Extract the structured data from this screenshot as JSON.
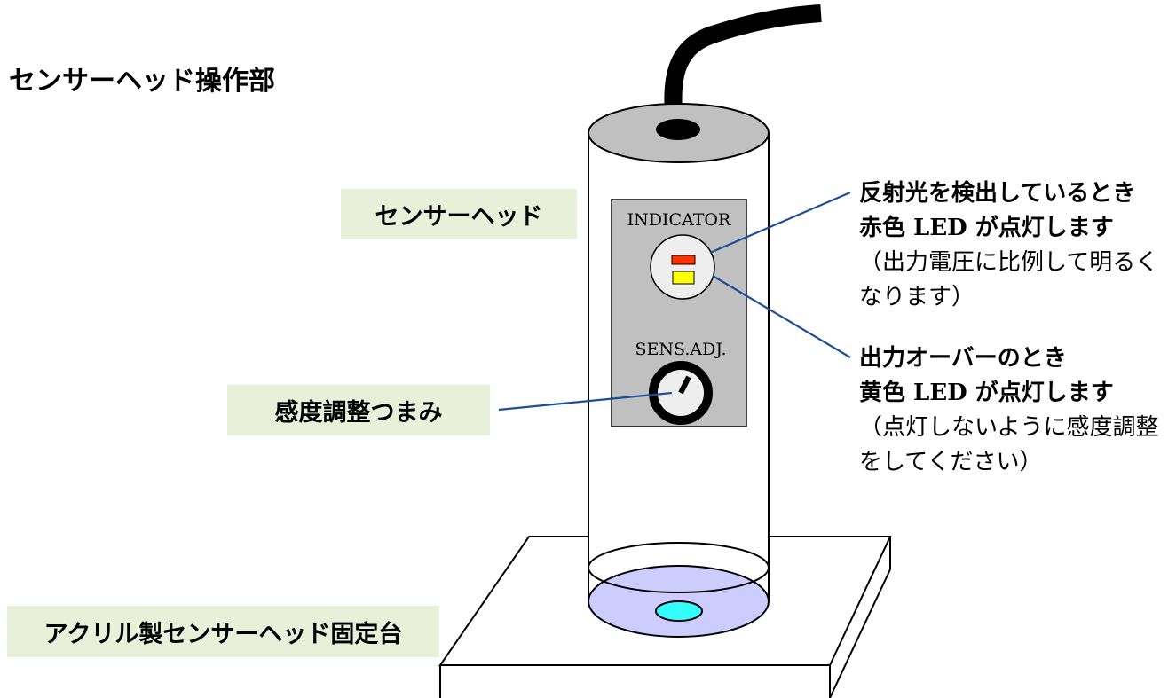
{
  "title": "センサーヘッド操作部",
  "labels": {
    "sensor_head": "センサーヘッド",
    "sensitivity_knob": "感度調整つまみ",
    "stand": "アクリル製センサーヘッド固定台"
  },
  "panel": {
    "indicator": "INDICATOR",
    "sens_adj": "SENS.ADJ."
  },
  "notes": {
    "red_led": {
      "line1": "反射光を検出しているとき",
      "line2": "赤色 LED が点灯します",
      "line3": "（出力電圧に比例して明るく",
      "line4": "なります）"
    },
    "yellow_led": {
      "line1": "出力オーバーのとき",
      "line2": "黄色 LED が点灯します",
      "line3": "（点灯しないように感度調整",
      "line4": "をしてください）"
    }
  },
  "colors": {
    "label_bg": "#e9f0da",
    "cap": "#c0c0c0",
    "panel": "#c0c0c0",
    "red_led": "#ff3300",
    "yellow_led": "#ffff00",
    "leader_line": "#1f4e99",
    "bottom_glow": "#ccccff",
    "sensor_dot": "#33ffff"
  }
}
